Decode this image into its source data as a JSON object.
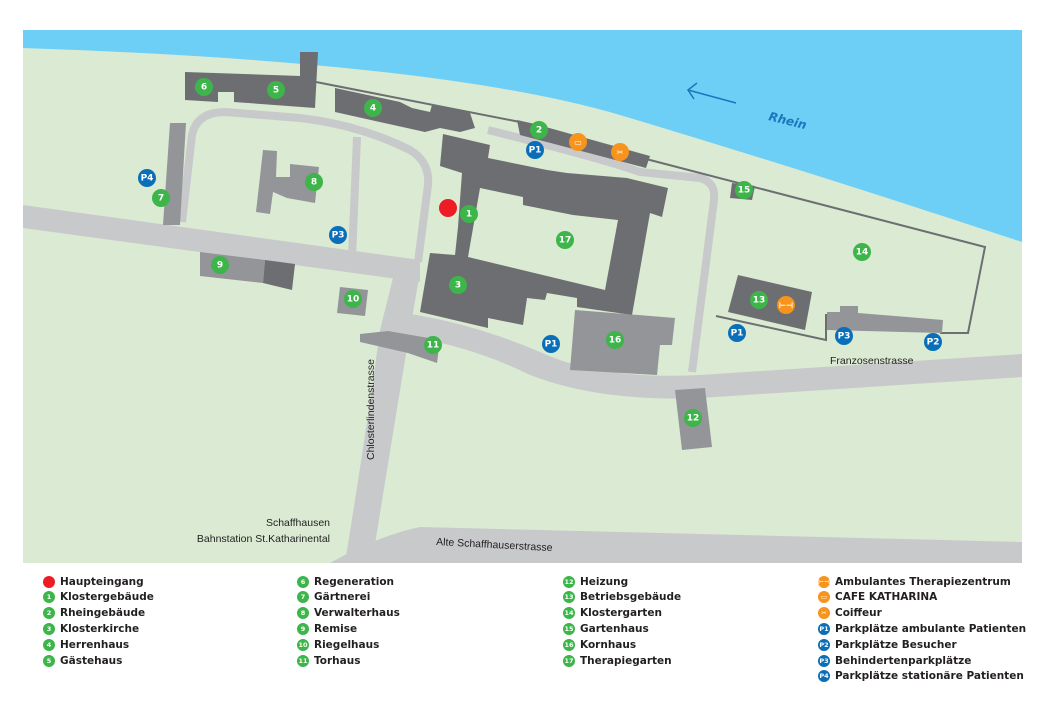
{
  "colors": {
    "land": "#daead3",
    "river": "#6dcff6",
    "building_dark": "#6d6e71",
    "building_light": "#939598",
    "road": "#c8c9cb",
    "green_marker": "#3db54a",
    "blue_marker": "#0a6fb8",
    "orange_marker": "#f7941d",
    "entrance": "#ed1c24"
  },
  "map": {
    "river_label": "Rhein",
    "streets": {
      "franzosenstrasse": "Franzosenstrasse",
      "chlosterlindenstrasse": "Chlosterlindenstrasse",
      "alte_schaffhauserstrasse": "Alte Schaffhauserstrasse",
      "schaffhausen": "Schaffhausen",
      "bahnstation": "Bahnstation St.Katharinental"
    },
    "building_markers": [
      "1",
      "2",
      "3",
      "4",
      "5",
      "6",
      "7",
      "8",
      "9",
      "10",
      "11",
      "12",
      "13",
      "14",
      "15",
      "16",
      "17"
    ],
    "parking_markers": [
      "P1",
      "P4",
      "P3",
      "P1",
      "P1",
      "P3",
      "P2"
    ],
    "service_markers": [
      "cafe",
      "coiffeur",
      "therapy"
    ]
  },
  "legend": [
    {
      "kind": "entrance",
      "badge": "",
      "label": "Haupteingang"
    },
    {
      "kind": "green",
      "badge": "1",
      "label": "Klostergebäude"
    },
    {
      "kind": "green",
      "badge": "2",
      "label": "Rheingebäude"
    },
    {
      "kind": "green",
      "badge": "3",
      "label": "Klosterkirche"
    },
    {
      "kind": "green",
      "badge": "4",
      "label": "Herrenhaus"
    },
    {
      "kind": "green",
      "badge": "5",
      "label": "Gästehaus"
    },
    {
      "kind": "green",
      "badge": "6",
      "label": "Regeneration"
    },
    {
      "kind": "green",
      "badge": "7",
      "label": "Gärtnerei"
    },
    {
      "kind": "green",
      "badge": "8",
      "label": "Verwalterhaus"
    },
    {
      "kind": "green",
      "badge": "9",
      "label": "Remise"
    },
    {
      "kind": "green",
      "badge": "10",
      "label": "Riegelhaus"
    },
    {
      "kind": "green",
      "badge": "11",
      "label": "Torhaus"
    },
    {
      "kind": "green",
      "badge": "12",
      "label": "Heizung"
    },
    {
      "kind": "green",
      "badge": "13",
      "label": "Betriebsgebäude"
    },
    {
      "kind": "green",
      "badge": "14",
      "label": "Klostergarten"
    },
    {
      "kind": "green",
      "badge": "15",
      "label": "Gartenhaus"
    },
    {
      "kind": "green",
      "badge": "16",
      "label": "Kornhaus"
    },
    {
      "kind": "green",
      "badge": "17",
      "label": "Therapiegarten"
    },
    {
      "kind": "orange",
      "badge": "⊢⊣",
      "label": "Ambulantes Therapiezentrum"
    },
    {
      "kind": "orange",
      "badge": "▭",
      "label": "CAFE KATHARINA"
    },
    {
      "kind": "orange",
      "badge": "✂",
      "label": "Coiffeur"
    },
    {
      "kind": "blue",
      "badge": "P1",
      "label": "Parkplätze ambulante Patienten"
    },
    {
      "kind": "blue",
      "badge": "P2",
      "label": "Parkplätze Besucher"
    },
    {
      "kind": "blue",
      "badge": "P3",
      "label": "Behindertenparkplätze"
    },
    {
      "kind": "blue",
      "badge": "P4",
      "label": "Parkplätze stationäre Patienten"
    }
  ]
}
